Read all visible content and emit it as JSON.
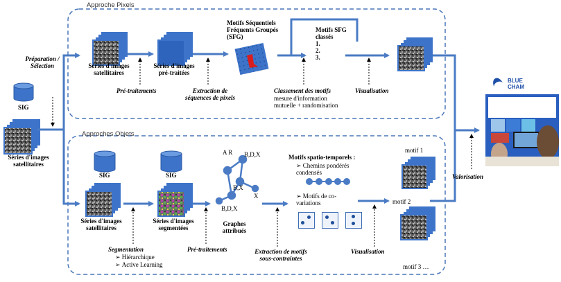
{
  "sections": {
    "pixels_title": "Approche Pixels",
    "objects_title": "Approches Objets"
  },
  "left": {
    "prep": "Préparation /\nSélection",
    "sig": "SIG",
    "series": "Séries d'images\nsatellitaires"
  },
  "pixels": {
    "series_sat": "Séries d'images\nsatellitaires",
    "series_pre": "Séries d'images\npré-traitées",
    "pretraitements": "Pré-traitements",
    "extraction": "Extraction de\nséquences de pixels",
    "motifs_title": "Motifs Séquentiels\nFréquents Groupés\n(SFG)",
    "motifs_classes": "Motifs SFG\nclassés\n1.\n2.\n3.",
    "classement_title": "Classement des motifs",
    "classement_desc": "mesure d'information\nmutuelle + randomisation",
    "visualisation": "Visualisation"
  },
  "objects": {
    "sig1": "SIG",
    "sig2": "SIG",
    "series_sat": "Séries d'images\nsatellitaires",
    "series_seg": "Séries d'images\nsegmentées",
    "graph_labels": {
      "ar": "A R",
      "bdx_top": "B,D,X",
      "bx": "B,X",
      "x": "X",
      "bdx_bottom": "B,D,X"
    },
    "graphes": "Graphes\nattribués",
    "segmentation": "Segmentation",
    "seg_items": [
      "Hiérarchique",
      "Active Learning"
    ],
    "pretraitements": "Pré-traitements",
    "motifs_st_title": "Motifs spatio-temporels :",
    "motifs_items": [
      "Chemins pondérés\ncondensés",
      "Motifs de co-\nvariations"
    ],
    "extraction": "Extraction de motifs\nsous-contraintes",
    "visualisation": "Visualisation",
    "motif1": "motif 1",
    "motif2": "motif 2",
    "motif3": "motif 3 …"
  },
  "right": {
    "valorisation": "Valorisation",
    "logo_line1": "BLUE",
    "logo_line2": "CHAM"
  },
  "colors": {
    "arrow": "#4a7bc4",
    "stack": "#3d74c9",
    "dashed": "#4a77b8"
  }
}
